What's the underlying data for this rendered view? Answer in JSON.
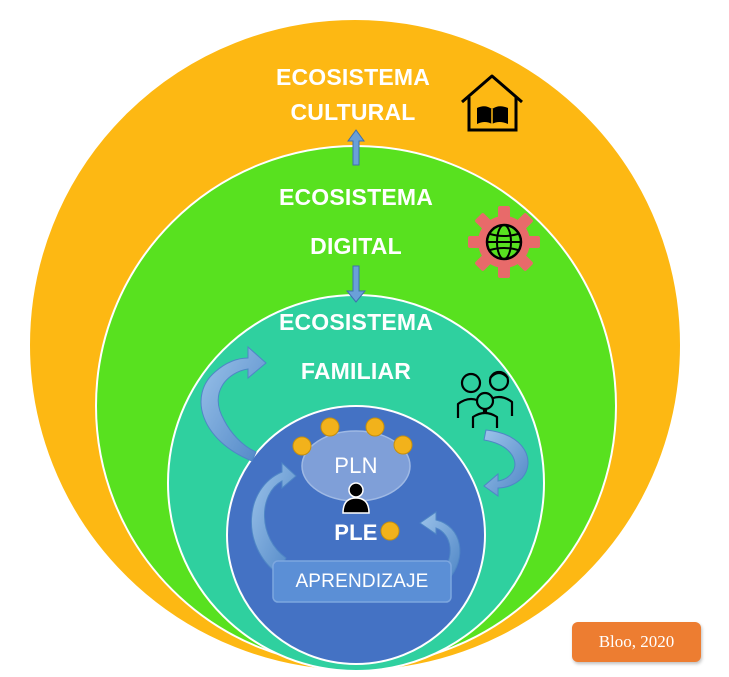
{
  "ecosystems": {
    "cultural": {
      "line1": "ECOSISTEMA",
      "line2": "CULTURAL"
    },
    "digital": {
      "line1": "ECOSISTEMA",
      "line2": "DIGITAL"
    },
    "familiar": {
      "line1": "ECOSISTEMA",
      "line2": "FAMILIAR"
    }
  },
  "core": {
    "pln": "PLN",
    "ple": "PLE",
    "aprendizaje": "APRENDIZAJE"
  },
  "credit": "Bloo, 2020",
  "icons": {
    "cultural": "house-book-icon",
    "digital": "gear-globe-icon",
    "familiar": "family-icon",
    "person": "person-icon"
  },
  "colors": {
    "cultural": "#fdb813",
    "digital": "#58e11f",
    "familiar": "#2fd09f",
    "core": "#4472c4",
    "pln_bubble": "#7f9fd8",
    "node": "#f2b21b",
    "arrow": "#6aa0d8",
    "gear": "#e86a6a",
    "credit": "#ed7d31"
  }
}
